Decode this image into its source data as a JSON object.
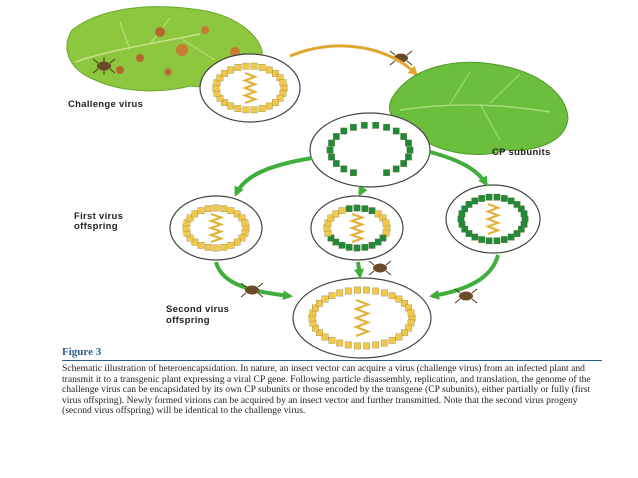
{
  "labels": {
    "challenge_virus": "Challenge virus",
    "cp_subunits": "CP subunits",
    "first_virus_offspring": [
      "First virus",
      "offspring"
    ],
    "second_virus_offspring": [
      "Second virus",
      "offspring"
    ]
  },
  "figure": {
    "title": "Figure 3",
    "caption": "Schematic illustration of heteroencapsidation. In nature, an insect vector can acquire a virus (challenge virus) from an infected plant and transmit it to a transgenic plant expressing a viral CP gene. Following particle disassembly, replication, and translation, the genome of the challenge virus can be encapsidated by its own CP subunits or those encoded by the transgene (CP subunits), either partially or fully (first virus offspring). Newly formed virions can be acquired by an insect vector and further transmitted. Note that the second virus progeny (second virus offspring) will be identical to the challenge virus."
  },
  "colors": {
    "challenge_cp": "#f2c84b",
    "transgenic_cp": "#1f8a3a",
    "arrow": "#3fae3a",
    "cell_outline": "#444444",
    "figure_title": "#2a5e8c"
  },
  "icons": [
    "infected-leaf-icon",
    "healthy-leaf-icon",
    "insect-vector-icon"
  ]
}
